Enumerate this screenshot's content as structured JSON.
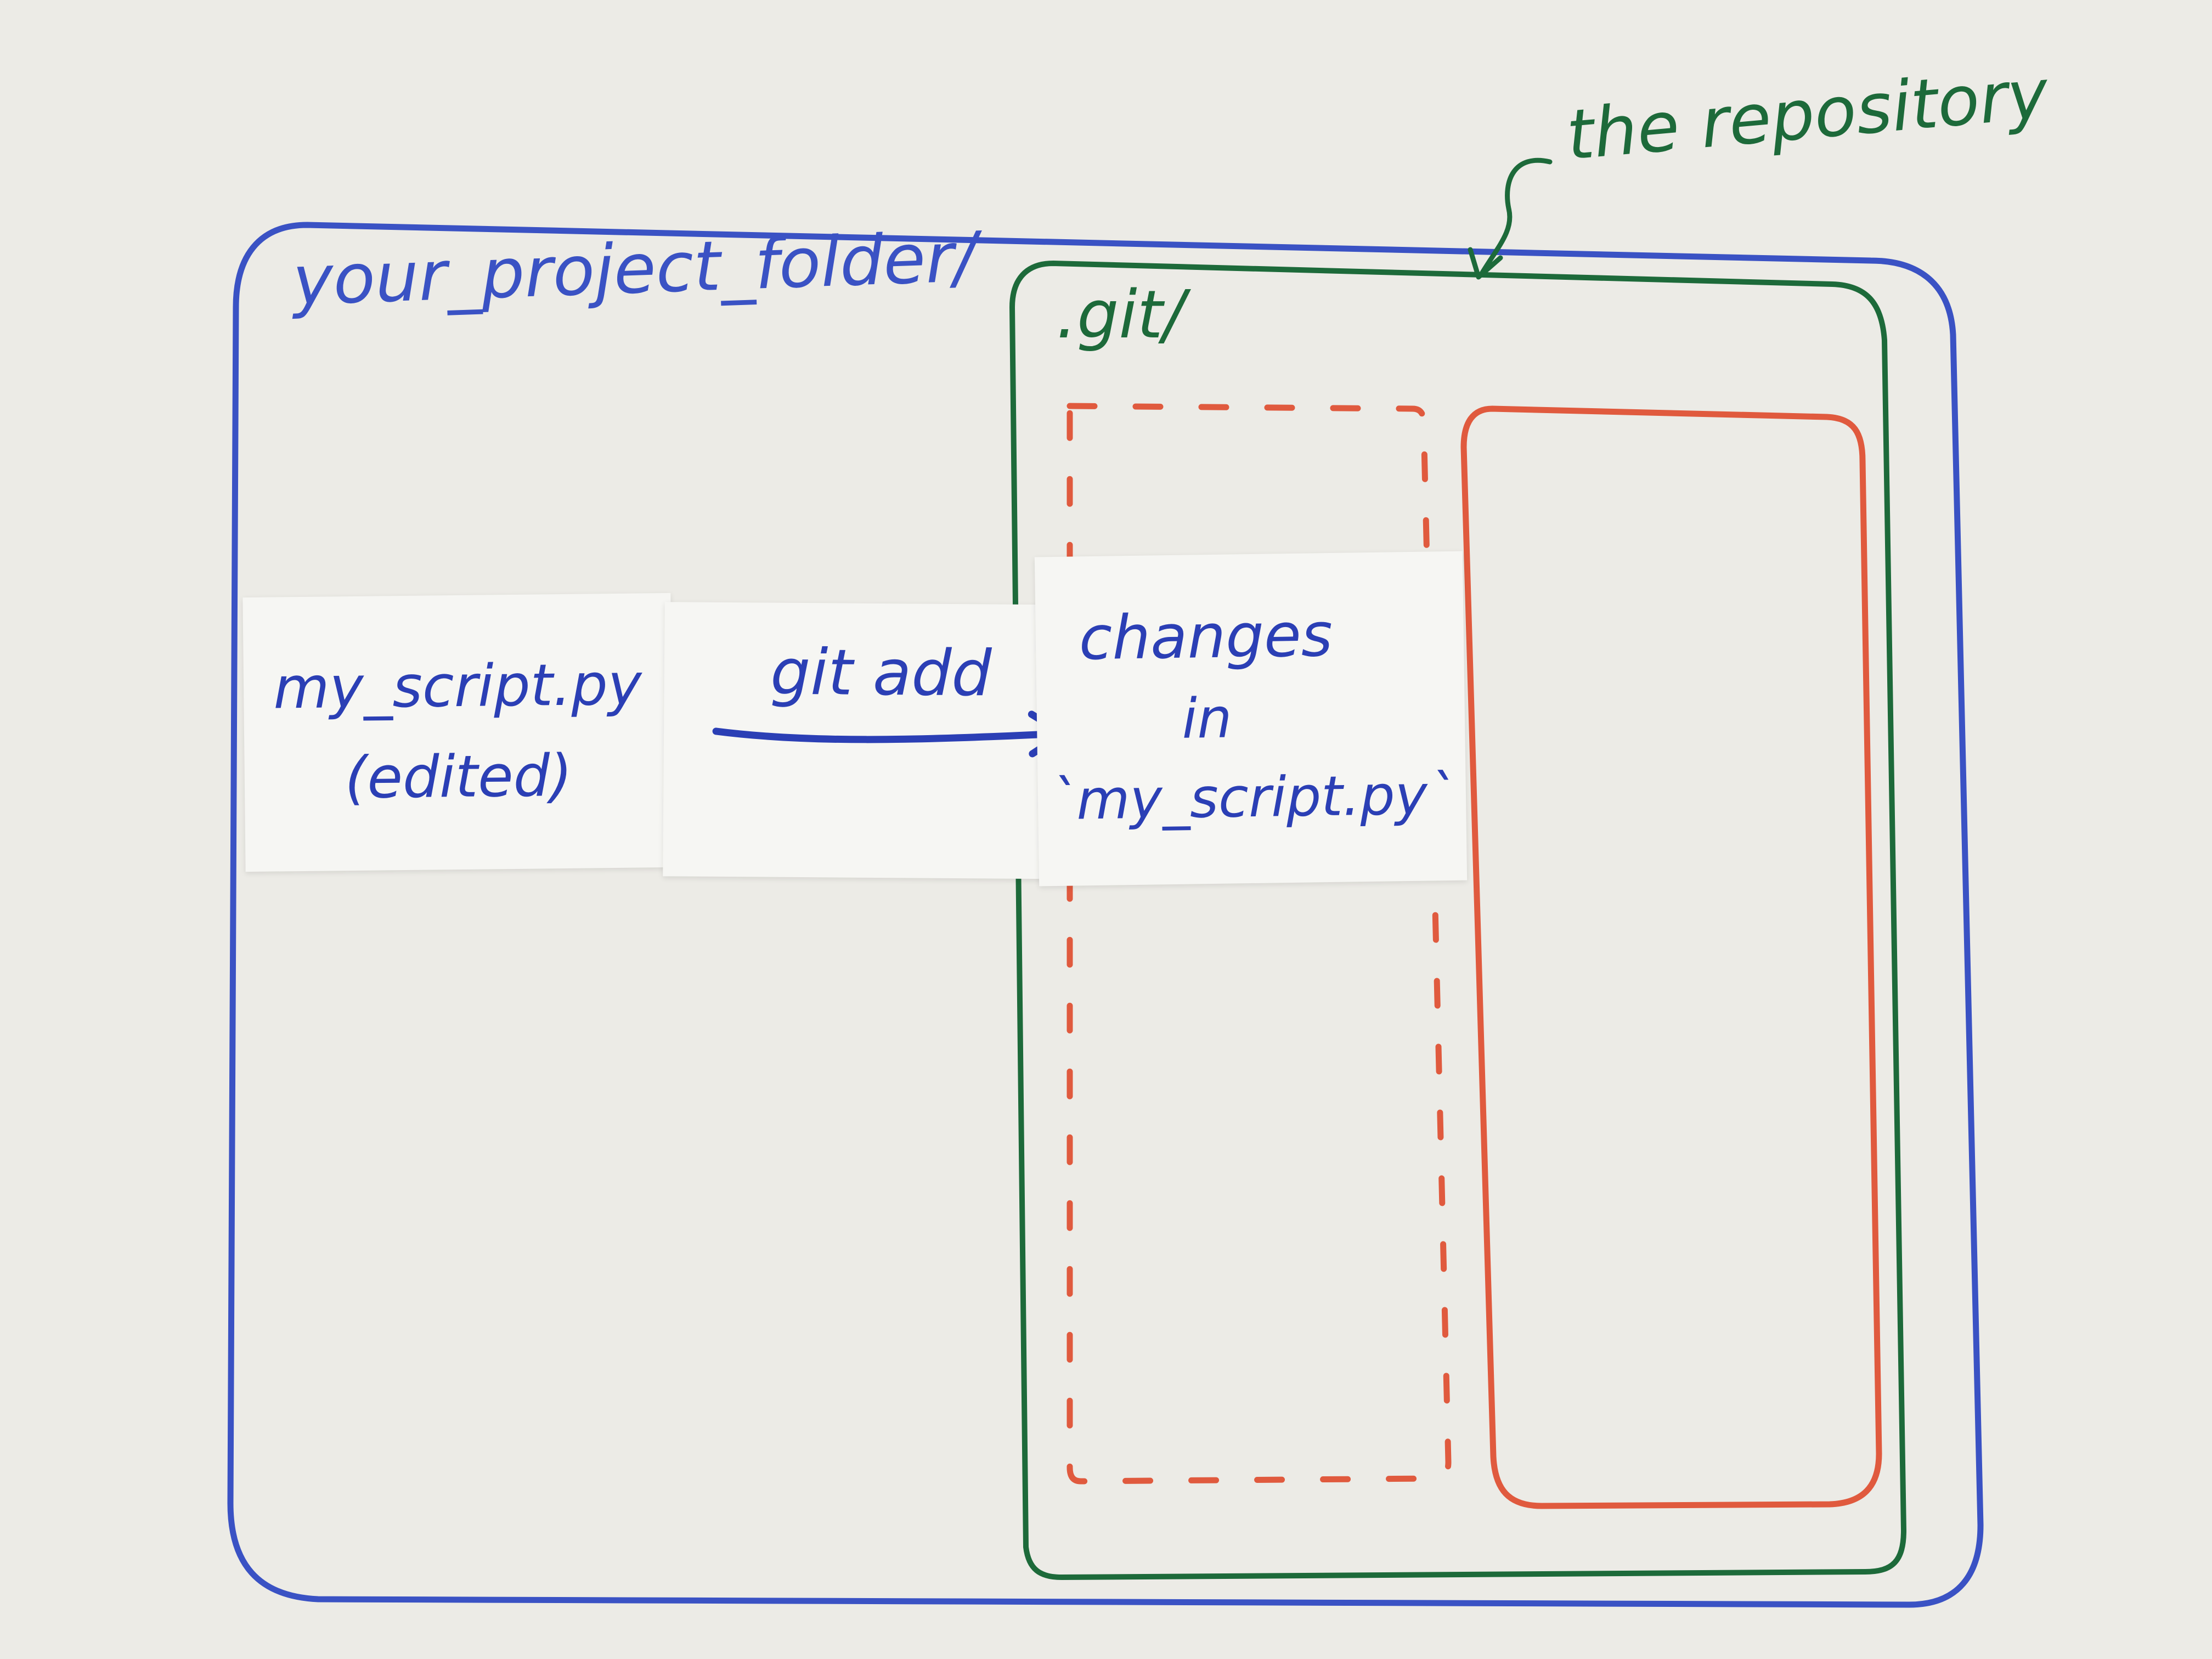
{
  "labels": {
    "project_folder": "your_project_folder/",
    "git_folder": ".git/",
    "repository": "the repository"
  },
  "notes": {
    "file_name": "my_script.py",
    "file_state": "(edited)",
    "command": "git add",
    "staged_line1": "changes",
    "staged_line2": "in",
    "staged_line3": "`my_script.py`"
  },
  "colors": {
    "working_dir": "#3a52c4",
    "repo": "#1d6a3a",
    "area": "#e05a3e",
    "ink_note": "#2b3fb5"
  }
}
